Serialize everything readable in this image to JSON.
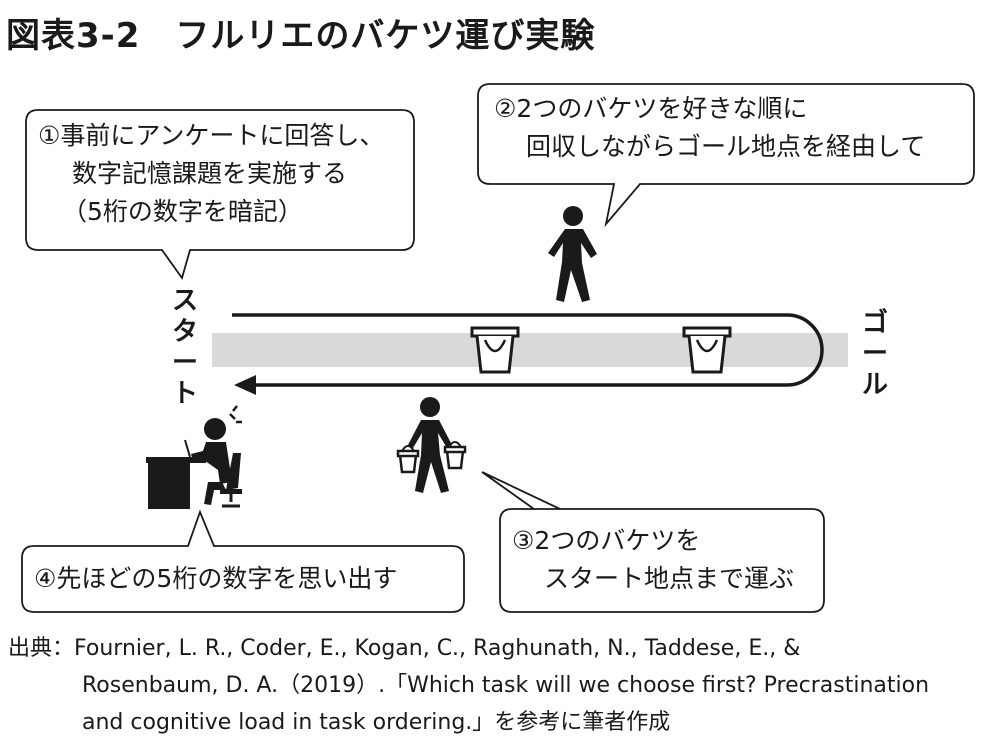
{
  "title": "図表3-2　フルリエのバケツ運び実験",
  "labels": {
    "start": "スタート",
    "goal": "ゴール"
  },
  "steps": [
    {
      "lines": [
        "①事前にアンケートに回答し、",
        "数字記憶課題を実施する",
        "（5桁の数字を暗記）"
      ]
    },
    {
      "lines": [
        "②2つのバケツを好きな順に",
        "回収しながらゴール地点を経由して"
      ]
    },
    {
      "lines": [
        "③2つのバケツを",
        "スタート地点まで運ぶ"
      ]
    },
    {
      "lines": [
        "④先ほどの5桁の数字を思い出す"
      ]
    }
  ],
  "source": {
    "label": "出典：",
    "line1": "Fournier, L. R., Coder, E., Kogan, C., Raghunath, N., Taddese, E., &",
    "line2": "Rosenbaum, D. A.（2019）.「Which task will we choose first? Precrastination",
    "line3": "and cognitive load in task ordering.」を参考に筆者作成"
  },
  "colors": {
    "track": "#d9d9d9",
    "ink": "#1a1a1a"
  }
}
